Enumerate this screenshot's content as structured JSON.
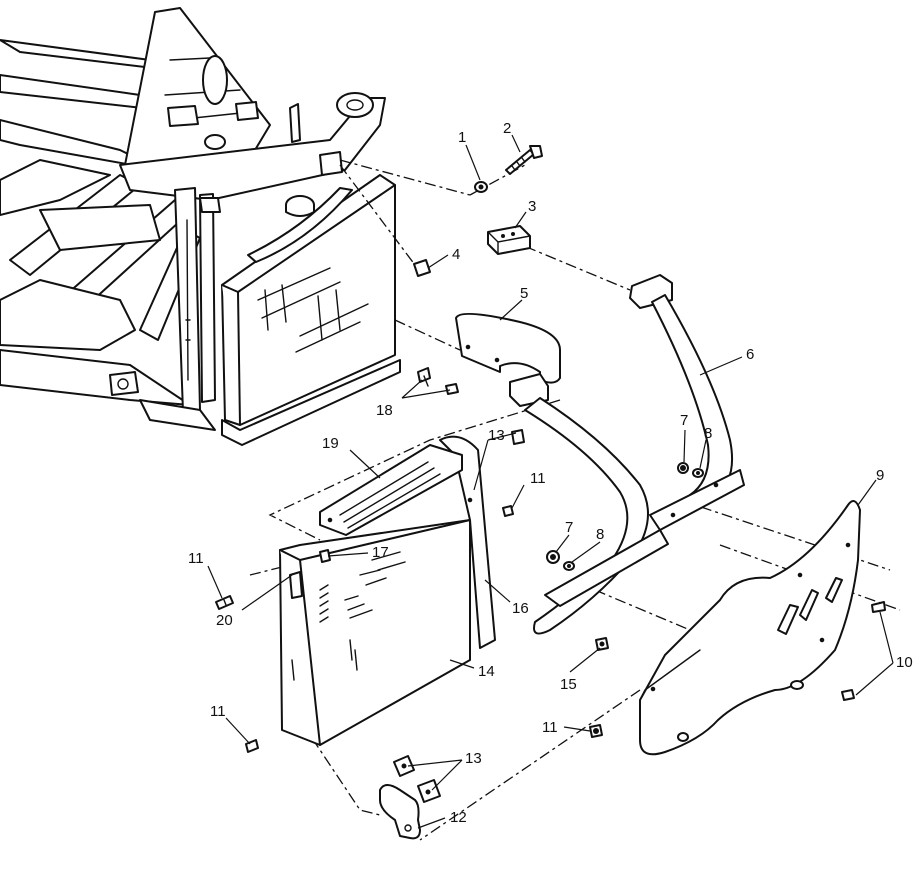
{
  "callouts": [
    {
      "id": "c1",
      "label": "1"
    },
    {
      "id": "c2",
      "label": "2"
    },
    {
      "id": "c3",
      "label": "3"
    },
    {
      "id": "c4",
      "label": "4"
    },
    {
      "id": "c5",
      "label": "5"
    },
    {
      "id": "c6",
      "label": "6"
    },
    {
      "id": "c7a",
      "label": "7"
    },
    {
      "id": "c8a",
      "label": "8"
    },
    {
      "id": "c9",
      "label": "9"
    },
    {
      "id": "c10",
      "label": "10"
    },
    {
      "id": "c11a",
      "label": "11"
    },
    {
      "id": "c13a",
      "label": "13"
    },
    {
      "id": "c7b",
      "label": "7"
    },
    {
      "id": "c8b",
      "label": "8"
    },
    {
      "id": "c18",
      "label": "18"
    },
    {
      "id": "c19",
      "label": "19"
    },
    {
      "id": "c11b",
      "label": "11"
    },
    {
      "id": "c17",
      "label": "17"
    },
    {
      "id": "c20",
      "label": "20"
    },
    {
      "id": "c16",
      "label": "16"
    },
    {
      "id": "c15",
      "label": "15"
    },
    {
      "id": "c14",
      "label": "14"
    },
    {
      "id": "c11c",
      "label": "11"
    },
    {
      "id": "c11d",
      "label": "11"
    },
    {
      "id": "c13b",
      "label": "13"
    },
    {
      "id": "c12",
      "label": "12"
    }
  ]
}
